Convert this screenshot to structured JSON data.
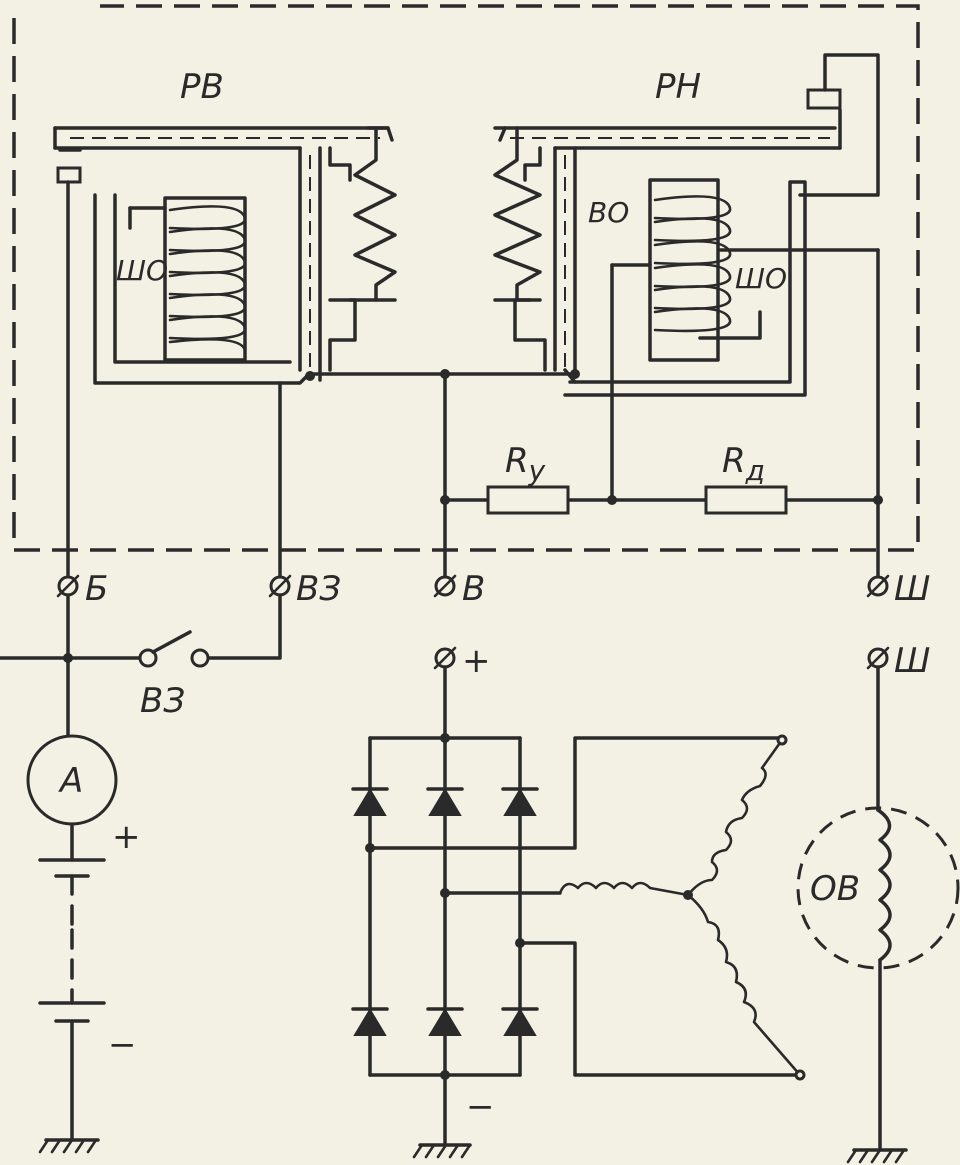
{
  "relay_labels": {
    "current_relay": "РВ",
    "voltage_relay": "РН"
  },
  "winding_labels": {
    "shunt_left": "ШО",
    "shunt_right": "ШО",
    "main_winding": "ВО"
  },
  "resistor_labels": {
    "ry_main": "R",
    "ry_sub": "у",
    "rd_main": "R",
    "rd_sub": "д"
  },
  "terminal_labels": {
    "b": "Б",
    "vz": "ВЗ",
    "v": "В",
    "sh_top": "Ш",
    "plus": "+",
    "sh_bottom": "Ш"
  },
  "switch_label": "ВЗ",
  "ammeter_label": "А",
  "battery_labels": {
    "plus": "+",
    "minus": "−"
  },
  "rectifier_minus_label": "−",
  "field_winding_label": "ОВ"
}
